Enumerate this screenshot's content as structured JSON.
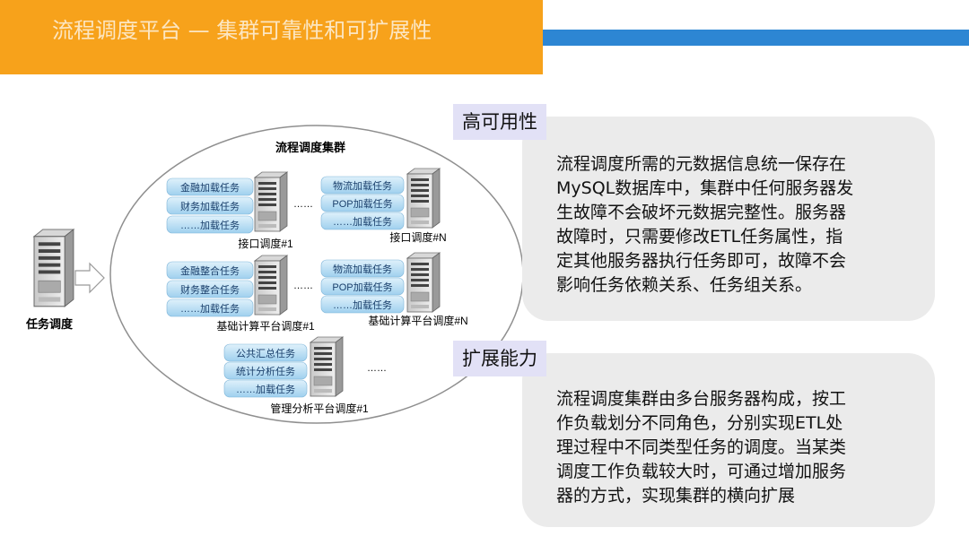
{
  "header": {
    "title": "流程调度平台 — 集群可靠性和可扩展性"
  },
  "diagram": {
    "cluster_title": "流程调度集群",
    "scheduler_label": "任务调度",
    "ellipsis": "……",
    "groups": {
      "interface1": {
        "label": "接口调度#1",
        "tasks": [
          "金融加载任务",
          "财务加载任务",
          "……加载任务"
        ]
      },
      "interfaceN": {
        "label": "接口调度#N",
        "tasks": [
          "物流加载任务",
          "POP加载任务",
          "……加载任务"
        ]
      },
      "compute1": {
        "label": "基础计算平台调度#1",
        "tasks": [
          "金融整合任务",
          "财务整合任务",
          "……加载任务"
        ]
      },
      "computeN": {
        "label": "基础计算平台调度#N",
        "tasks": [
          "物流加载任务",
          "POP加载任务",
          "……加载任务"
        ]
      },
      "analysis1": {
        "label": "管理分析平台调度#1",
        "tasks": [
          "公共汇总任务",
          "统计分析任务",
          "……加载任务"
        ]
      }
    }
  },
  "high_availability": {
    "title": "高可用性",
    "lines": [
      "流程调度所需的元数据信息统一保存在",
      "MySQL数据库中，集群中任何服务器发",
      "生故障不会破坏元数据完整性。服务器",
      "故障时，只需要修改ETL任务属性，指",
      "定其他服务器执行任务即可，故障不会",
      "影响任务依赖关系、任务组关系。"
    ]
  },
  "scalability": {
    "title": "扩展能力",
    "lines": [
      "流程调度集群由多台服务器构成，按工",
      "作负载划分不同角色，分别实现ETL处",
      "理过程中不同类型任务的调度。当某类",
      "调度工作负载较大时，可通过增加服务",
      "器的方式，实现集群的横向扩展"
    ]
  }
}
